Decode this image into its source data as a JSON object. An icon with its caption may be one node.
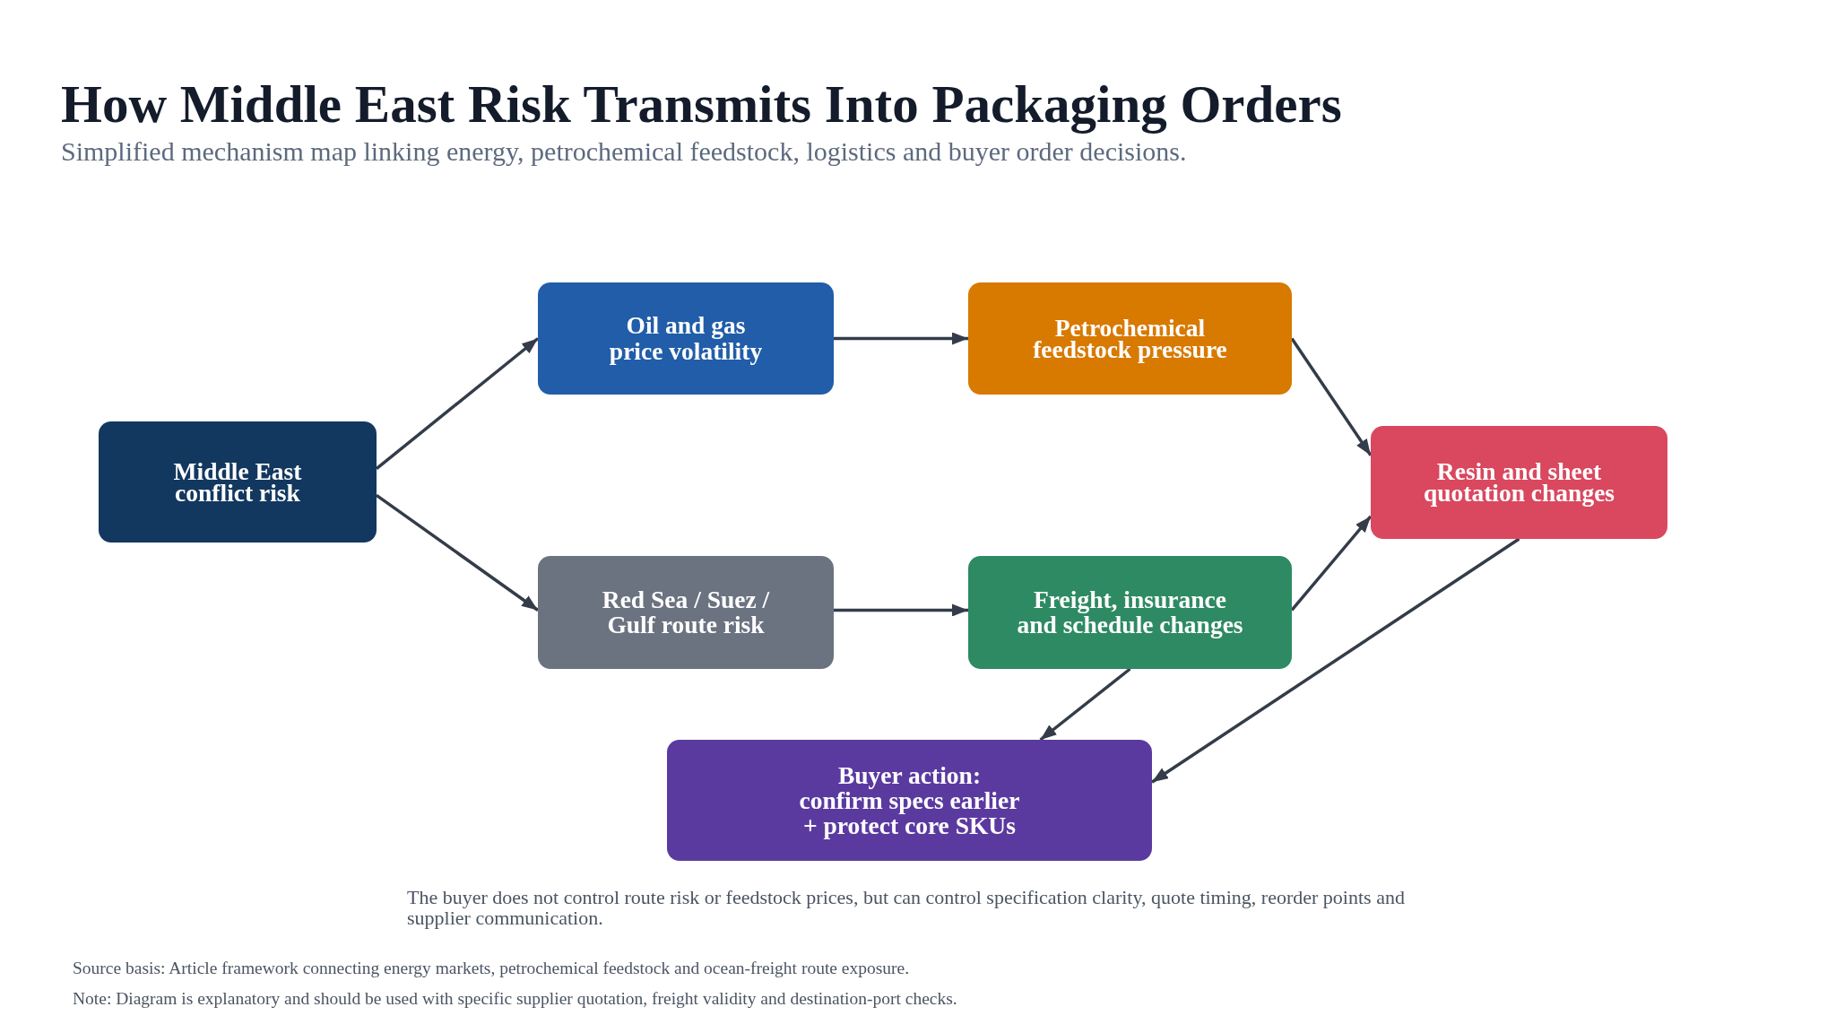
{
  "diagram": {
    "title": "How Middle East Risk Transmits Into Packaging Orders",
    "nodes": [
      {
        "text": [
          "Middle East conflict risk"
        ]
      },
      {
        "text": [
          "Oil and gas price volatility"
        ]
      },
      {
        "text": [
          "Petrochemical feedstock pressure"
        ]
      },
      {
        "text": [
          "Red Sea / Suez / Gulf route risk"
        ]
      },
      {
        "text": [
          "Freight, insurance and schedule changes"
        ]
      },
      {
        "text": [
          "Resin and sheet quotation changes"
        ]
      },
      {
        "text": [
          "Buyer action: confirm specs earlier + protect core SKUs"
        ]
      }
    ],
    "edges": [
      {
        "from": 0,
        "to": 1,
        "arrow": "to"
      },
      {
        "from": 0,
        "to": 3,
        "arrow": "to"
      },
      {
        "from": 1,
        "to": 2,
        "arrow": "to"
      },
      {
        "from": 3,
        "to": 4,
        "arrow": "to"
      },
      {
        "from": 2,
        "to": 5,
        "arrow": "to"
      },
      {
        "from": 4,
        "to": 5,
        "arrow": "to"
      },
      {
        "from": 4,
        "to": 6,
        "arrow": "to"
      },
      {
        "from": 5,
        "to": 6,
        "arrow": "to"
      }
    ],
    "labels": [
      "Simplified mechanism map linking energy, petrochemical feedstock, logistics and buyer order decisions.",
      "The buyer does not control route risk or feedstock prices, but can control specification clarity, quote timing, reorder points and supplier communication.",
      "Source basis: Article framework connecting energy markets, petrochemical feedstock and ocean-freight route exposure.",
      "Note: Diagram is explanatory and should be used with specific supplier quotation, freight validity and destination-port checks."
    ]
  }
}
